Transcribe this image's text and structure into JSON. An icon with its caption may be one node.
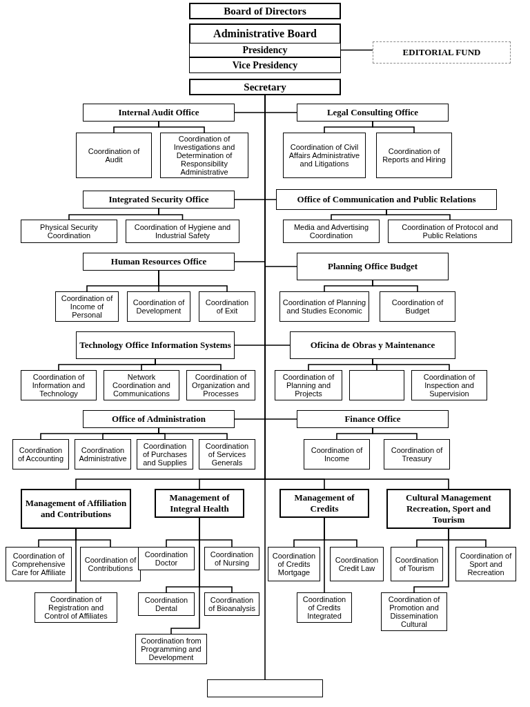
{
  "diagram": {
    "nodes": [
      {
        "text": [
          "Board of Directors"
        ]
      },
      {
        "text": [
          "Administrative Board"
        ]
      },
      {
        "text": [
          "Presidency"
        ],
        "in": 1
      },
      {
        "text": [
          "Vice Presidency"
        ],
        "in": 1
      },
      {
        "text": [
          "EDITORIAL FUND"
        ]
      },
      {
        "text": [
          "Secretary"
        ]
      },
      {
        "text": [
          "Internal Audit Office"
        ]
      },
      {
        "text": [
          "Legal Consulting Office"
        ]
      },
      {
        "text": [
          "Coordination of Audit"
        ]
      },
      {
        "text": [
          "Coordination of Investigations and Determination of Responsibility Administrative"
        ]
      },
      {
        "text": [
          "Coordination of Civil Affairs Administrative and Litigations"
        ]
      },
      {
        "text": [
          "Coordination of Reports and Hiring"
        ]
      },
      {
        "text": [
          "Integrated Security Office"
        ]
      },
      {
        "text": [
          "Office of Communication and Public Relations"
        ]
      },
      {
        "text": [
          "Physical Security Coordination"
        ]
      },
      {
        "text": [
          "Coordination of Hygiene and Industrial Safety"
        ]
      },
      {
        "text": [
          "Media and Advertising Coordination"
        ]
      },
      {
        "text": [
          "Coordination of Protocol and Public Relations"
        ]
      },
      {
        "text": [
          "Human Resources Office"
        ]
      },
      {
        "text": [
          "Planning Office Budget"
        ]
      },
      {
        "text": [
          "Coordination of Income of Personal"
        ]
      },
      {
        "text": [
          "Coordination of Development"
        ]
      },
      {
        "text": [
          "Coordination of Exit"
        ]
      },
      {
        "text": [
          "Coordination of Planning and Studies Economic"
        ]
      },
      {
        "text": [
          "Coordination of Budget"
        ]
      },
      {
        "text": [
          "Technology Office Information Systems"
        ]
      },
      {
        "text": [
          "Oficina de Obras y Maintenance"
        ]
      },
      {
        "text": [
          "Coordination of Information and Technology"
        ]
      },
      {
        "text": [
          "Network Coordination and Communications"
        ]
      },
      {
        "text": [
          "Coordination of Organization and Processes"
        ]
      },
      {
        "text": [
          "Coordination of Planning and Projects"
        ]
      },
      {
        "text": [],
        "shape": "box"
      },
      {
        "text": [
          "Coordination of Inspection and Supervision"
        ]
      },
      {
        "text": [
          "Office of Administration"
        ]
      },
      {
        "text": [
          "Finance Office"
        ]
      },
      {
        "text": [
          "Coordination of Accounting"
        ]
      },
      {
        "text": [
          "Coordination Administrative"
        ]
      },
      {
        "text": [
          "Coordination of Purchases and Supplies"
        ]
      },
      {
        "text": [
          "Coordination of Services Generals"
        ]
      },
      {
        "text": [
          "Coordination of Income"
        ]
      },
      {
        "text": [
          "Coordination of Treasury"
        ]
      },
      {
        "text": [
          "Management of Affiliation and Contributions"
        ]
      },
      {
        "text": [
          "Management of Integral Health"
        ]
      },
      {
        "text": [
          "Management of Credits"
        ]
      },
      {
        "text": [
          "Cultural Management Recreation, Sport and Tourism"
        ]
      },
      {
        "text": [
          "Coordination of Comprehensive Care for Affiliate"
        ]
      },
      {
        "text": [
          "Coordination of Contributions"
        ]
      },
      {
        "text": [
          "Coordination of Registration and Control of Affiliates"
        ]
      },
      {
        "text": [
          "Coordination Doctor"
        ]
      },
      {
        "text": [
          "Coordination of Nursing"
        ]
      },
      {
        "text": [
          "Coordination Dental"
        ]
      },
      {
        "text": [
          "Coordination of Bioanalysis"
        ]
      },
      {
        "text": [
          "Coordination from Programming and Development"
        ]
      },
      {
        "text": [
          "Coordination of Credits Mortgage"
        ]
      },
      {
        "text": [
          "Coordination Credit Law"
        ]
      },
      {
        "text": [
          "Coordination of Credits Integrated"
        ]
      },
      {
        "text": [
          "Coordination of Tourism"
        ]
      },
      {
        "text": [
          "Coordination of Sport and Recreation"
        ]
      },
      {
        "text": [
          "Coordination of Promotion and Dissemination Cultural"
        ]
      },
      {
        "text": [],
        "shape": "box"
      }
    ],
    "edges": [
      {
        "from": 2,
        "to": 4,
        "arrow": "none"
      },
      {
        "from": 5,
        "to": 6,
        "arrow": "none"
      },
      {
        "from": 5,
        "to": 7,
        "arrow": "none"
      },
      {
        "from": 6,
        "to": 8,
        "arrow": "none"
      },
      {
        "from": 6,
        "to": 9,
        "arrow": "none"
      },
      {
        "from": 7,
        "to": 10,
        "arrow": "none"
      },
      {
        "from": 7,
        "to": 11,
        "arrow": "none"
      },
      {
        "from": 5,
        "to": 12,
        "arrow": "none"
      },
      {
        "from": 5,
        "to": 13,
        "arrow": "none"
      },
      {
        "from": 12,
        "to": 14,
        "arrow": "none"
      },
      {
        "from": 12,
        "to": 15,
        "arrow": "none"
      },
      {
        "from": 13,
        "to": 16,
        "arrow": "none"
      },
      {
        "from": 13,
        "to": 17,
        "arrow": "none"
      },
      {
        "from": 5,
        "to": 18,
        "arrow": "none"
      },
      {
        "from": 5,
        "to": 19,
        "arrow": "none"
      },
      {
        "from": 18,
        "to": 20,
        "arrow": "none"
      },
      {
        "from": 18,
        "to": 21,
        "arrow": "none"
      },
      {
        "from": 18,
        "to": 22,
        "arrow": "none"
      },
      {
        "from": 19,
        "to": 23,
        "arrow": "none"
      },
      {
        "from": 19,
        "to": 24,
        "arrow": "none"
      },
      {
        "from": 5,
        "to": 25,
        "arrow": "none"
      },
      {
        "from": 5,
        "to": 26,
        "arrow": "none"
      },
      {
        "from": 25,
        "to": 27,
        "arrow": "none"
      },
      {
        "from": 25,
        "to": 28,
        "arrow": "none"
      },
      {
        "from": 25,
        "to": 29,
        "arrow": "none"
      },
      {
        "from": 26,
        "to": 30,
        "arrow": "none"
      },
      {
        "from": 26,
        "to": 31,
        "arrow": "none"
      },
      {
        "from": 26,
        "to": 32,
        "arrow": "none"
      },
      {
        "from": 5,
        "to": 33,
        "arrow": "none"
      },
      {
        "from": 5,
        "to": 34,
        "arrow": "none"
      },
      {
        "from": 33,
        "to": 35,
        "arrow": "none"
      },
      {
        "from": 33,
        "to": 36,
        "arrow": "none"
      },
      {
        "from": 33,
        "to": 37,
        "arrow": "none"
      },
      {
        "from": 33,
        "to": 38,
        "arrow": "none"
      },
      {
        "from": 34,
        "to": 39,
        "arrow": "none"
      },
      {
        "from": 34,
        "to": 40,
        "arrow": "none"
      },
      {
        "from": 5,
        "to": 41,
        "arrow": "none"
      },
      {
        "from": 5,
        "to": 42,
        "arrow": "none"
      },
      {
        "from": 5,
        "to": 43,
        "arrow": "none"
      },
      {
        "from": 5,
        "to": 44,
        "arrow": "none"
      },
      {
        "from": 41,
        "to": 45,
        "arrow": "none"
      },
      {
        "from": 41,
        "to": 46,
        "arrow": "none"
      },
      {
        "from": 41,
        "to": 47,
        "arrow": "none"
      },
      {
        "from": 42,
        "to": 48,
        "arrow": "none"
      },
      {
        "from": 42,
        "to": 49,
        "arrow": "none"
      },
      {
        "from": 42,
        "to": 50,
        "arrow": "none"
      },
      {
        "from": 42,
        "to": 51,
        "arrow": "none"
      },
      {
        "from": 42,
        "to": 52,
        "arrow": "none"
      },
      {
        "from": 43,
        "to": 53,
        "arrow": "none"
      },
      {
        "from": 43,
        "to": 54,
        "arrow": "none"
      },
      {
        "from": 43,
        "to": 55,
        "arrow": "none"
      },
      {
        "from": 44,
        "to": 56,
        "arrow": "none"
      },
      {
        "from": 44,
        "to": 57,
        "arrow": "none"
      },
      {
        "from": 44,
        "to": 58,
        "arrow": "none"
      },
      {
        "from": 5,
        "to": 59,
        "arrow": "none"
      }
    ]
  }
}
